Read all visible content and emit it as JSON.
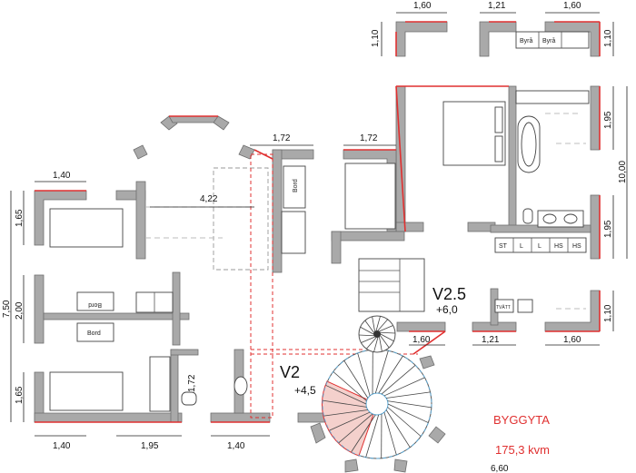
{
  "dimensions": {
    "top_right_1": "1,60",
    "top_right_2": "1,21",
    "top_right_3": "1,60",
    "top_right_side": "1,10",
    "left_top_1": "1,10",
    "mid_top_1": "1,72",
    "mid_top_2": "1,72",
    "left_room_top": "1,40",
    "left_total": "7,50",
    "left_1": "1,65",
    "left_2": "2,00",
    "left_3": "1,65",
    "right_1": "1,95",
    "right_total": "10,00",
    "right_2": "1,95",
    "right_3": "1,10",
    "mid_right_1": "1,60",
    "mid_right_2": "1,21",
    "mid_right_3": "1,60",
    "bottom_1": "1,40",
    "bottom_2": "1,95",
    "bottom_3": "1,40",
    "bath_width": "1,72",
    "dining_width": "4,22",
    "bottom_extra": "6,60"
  },
  "labels": {
    "bord_1": "Bord",
    "bord_2": "Bord",
    "bord_3": "Bord",
    "v2_5": "V2.5",
    "v2_5_level": "+6,0",
    "v2": "V2",
    "v2_level": "+4,5",
    "area_title": "BYGGYTA",
    "area_value": "175,3 kvm",
    "cab_1": "Byrå",
    "cab_2": "Byrå",
    "wardrobe": [
      "ST",
      "L",
      "L",
      "HS",
      "HS"
    ],
    "tvatt": "TVÄTT"
  },
  "colors": {
    "wall": "#a9a9a9",
    "accent_red": "#e03030",
    "stair_blue": "#5aa8d6",
    "stair_fill": "#f4d0cc"
  }
}
